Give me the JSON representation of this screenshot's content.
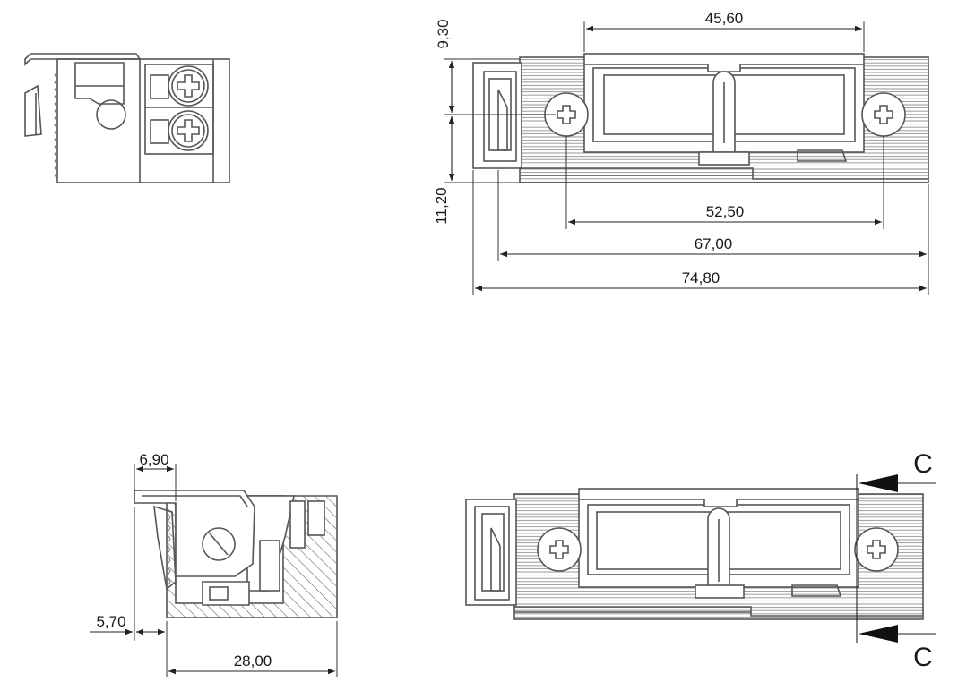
{
  "dimensions": {
    "d_45_60": "45,60",
    "d_9_30": "9,30",
    "d_11_20": "11,20",
    "d_52_50": "52,50",
    "d_67_00": "67,00",
    "d_74_80": "74,80",
    "d_6_90": "6,90",
    "d_5_70": "5,70",
    "d_28_00": "28,00"
  },
  "section": {
    "top_label": "C",
    "bottom_label": "C"
  },
  "colors": {
    "line": "#555555",
    "dimension": "#222222",
    "background": "#ffffff"
  }
}
